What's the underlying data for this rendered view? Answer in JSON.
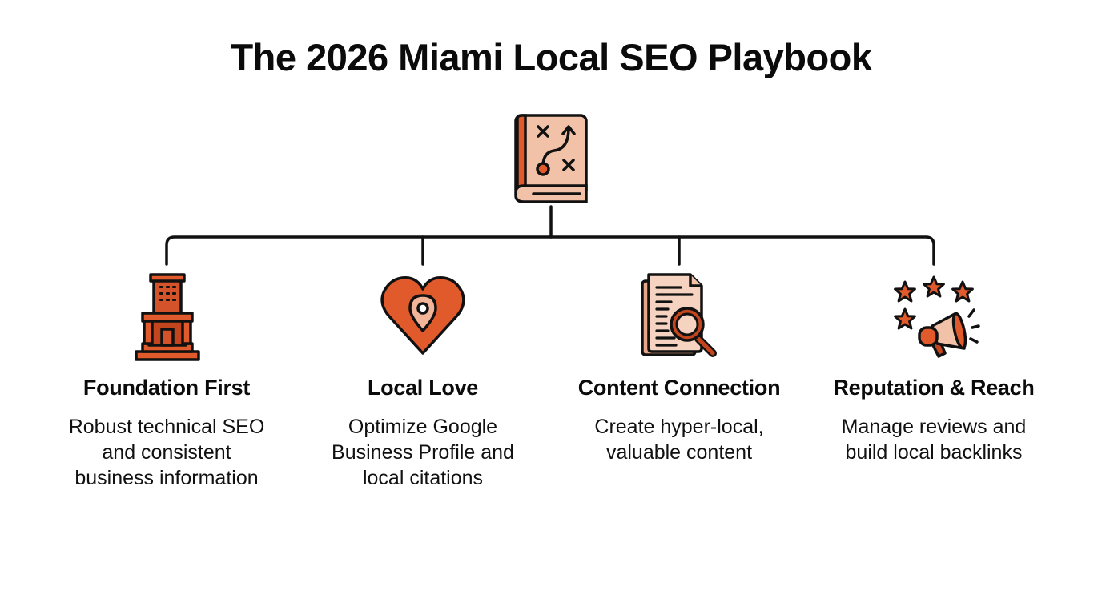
{
  "title": "The 2026 Miami Local SEO Playbook",
  "root": {
    "icon": "playbook-book-icon"
  },
  "colors": {
    "accent_dark": "#c2451e",
    "accent": "#e05a2b",
    "accent_light": "#f2c2a8",
    "outline": "#111111",
    "background": "#ffffff"
  },
  "pillars": [
    {
      "icon": "building-icon",
      "heading": "Foundation First",
      "description_lines": [
        "Robust technical SEO",
        "and consistent",
        "business information"
      ]
    },
    {
      "icon": "heart-location-pin-icon",
      "heading": "Local Love",
      "description_lines": [
        "Optimize Google",
        "Business Profile and",
        "local citations"
      ]
    },
    {
      "icon": "document-magnifier-icon",
      "heading": "Content Connection",
      "description_lines": [
        "Create hyper-local,",
        "valuable content"
      ]
    },
    {
      "icon": "stars-megaphone-icon",
      "heading": "Reputation & Reach",
      "description_lines": [
        "Manage reviews and",
        "build local backlinks"
      ]
    }
  ]
}
